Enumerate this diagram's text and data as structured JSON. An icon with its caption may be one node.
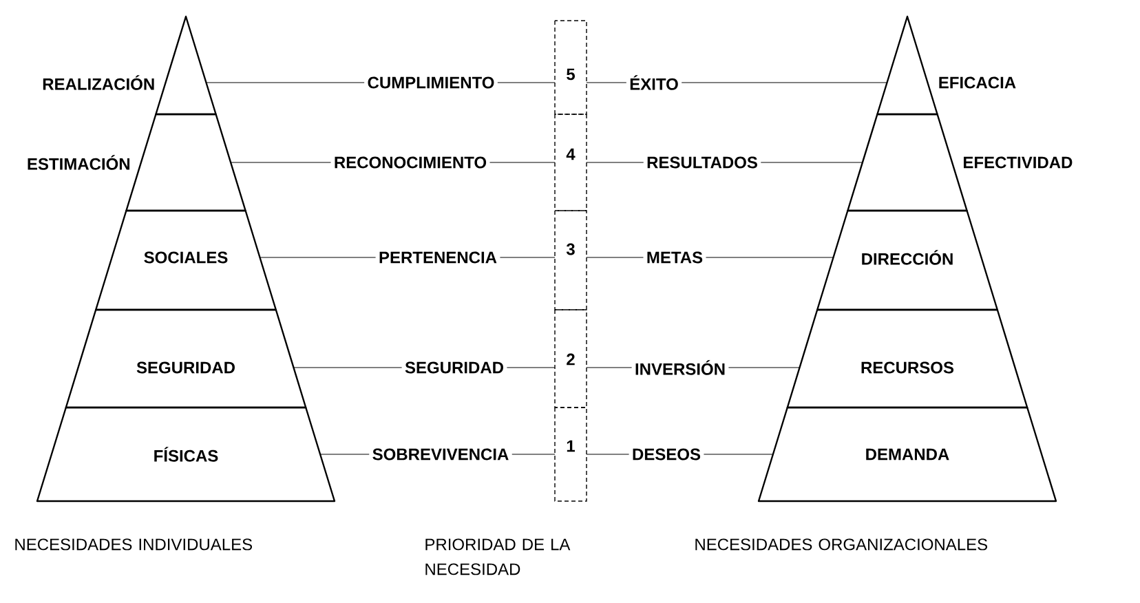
{
  "diagram": {
    "nodes": [
      {
        "text": [
          "REALIZACIÓN"
        ]
      },
      {
        "text": [
          "ESTIMACIÓN"
        ]
      },
      {
        "text": [
          "SOCIALES"
        ]
      },
      {
        "text": [
          "SEGURIDAD"
        ]
      },
      {
        "text": [
          "FÍSICAS"
        ]
      },
      {
        "text": [
          "CUMPLIMIENTO"
        ]
      },
      {
        "text": [
          "RECONOCIMIENTO"
        ]
      },
      {
        "text": [
          "PERTENENCIA"
        ]
      },
      {
        "text": [
          "SEGURIDAD"
        ]
      },
      {
        "text": [
          "SOBREVIVENCIA"
        ]
      },
      {
        "text": [
          "5"
        ]
      },
      {
        "text": [
          "4"
        ]
      },
      {
        "text": [
          "3"
        ]
      },
      {
        "text": [
          "2"
        ]
      },
      {
        "text": [
          "1"
        ]
      },
      {
        "text": [
          "ÉXITO"
        ]
      },
      {
        "text": [
          "RESULTADOS"
        ]
      },
      {
        "text": [
          "METAS"
        ]
      },
      {
        "text": [
          "INVERSIÓN"
        ]
      },
      {
        "text": [
          "DESEOS"
        ]
      },
      {
        "text": [
          "EFICACIA"
        ]
      },
      {
        "text": [
          "EFECTIVIDAD"
        ]
      },
      {
        "text": [
          "DIRECCIÓN"
        ]
      },
      {
        "text": [
          "RECURSOS"
        ]
      },
      {
        "text": [
          "DEMANDA"
        ]
      }
    ],
    "edges": [
      {
        "from": 0,
        "to": 5,
        "arrow": "none"
      },
      {
        "from": 5,
        "to": 10,
        "arrow": "none"
      },
      {
        "from": 10,
        "to": 15,
        "arrow": "none"
      },
      {
        "from": 15,
        "to": 20,
        "arrow": "none"
      },
      {
        "from": 1,
        "to": 6,
        "arrow": "none"
      },
      {
        "from": 6,
        "to": 11,
        "arrow": "none"
      },
      {
        "from": 11,
        "to": 16,
        "arrow": "none"
      },
      {
        "from": 16,
        "to": 21,
        "arrow": "none"
      },
      {
        "from": 2,
        "to": 7,
        "arrow": "none"
      },
      {
        "from": 7,
        "to": 12,
        "arrow": "none"
      },
      {
        "from": 12,
        "to": 17,
        "arrow": "none"
      },
      {
        "from": 17,
        "to": 22,
        "arrow": "none"
      },
      {
        "from": 3,
        "to": 8,
        "arrow": "none"
      },
      {
        "from": 8,
        "to": 13,
        "arrow": "none"
      },
      {
        "from": 13,
        "to": 18,
        "arrow": "none"
      },
      {
        "from": 18,
        "to": 23,
        "arrow": "none"
      },
      {
        "from": 4,
        "to": 9,
        "arrow": "none"
      },
      {
        "from": 9,
        "to": 14,
        "arrow": "none"
      },
      {
        "from": 14,
        "to": 19,
        "arrow": "none"
      },
      {
        "from": 19,
        "to": 24,
        "arrow": "none"
      }
    ],
    "labels": [
      "NECESIDADES INDIVIDUALES",
      "PRIORIDAD DE LA NECESIDAD",
      "NECESIDADES ORGANIZACIONALES"
    ]
  }
}
